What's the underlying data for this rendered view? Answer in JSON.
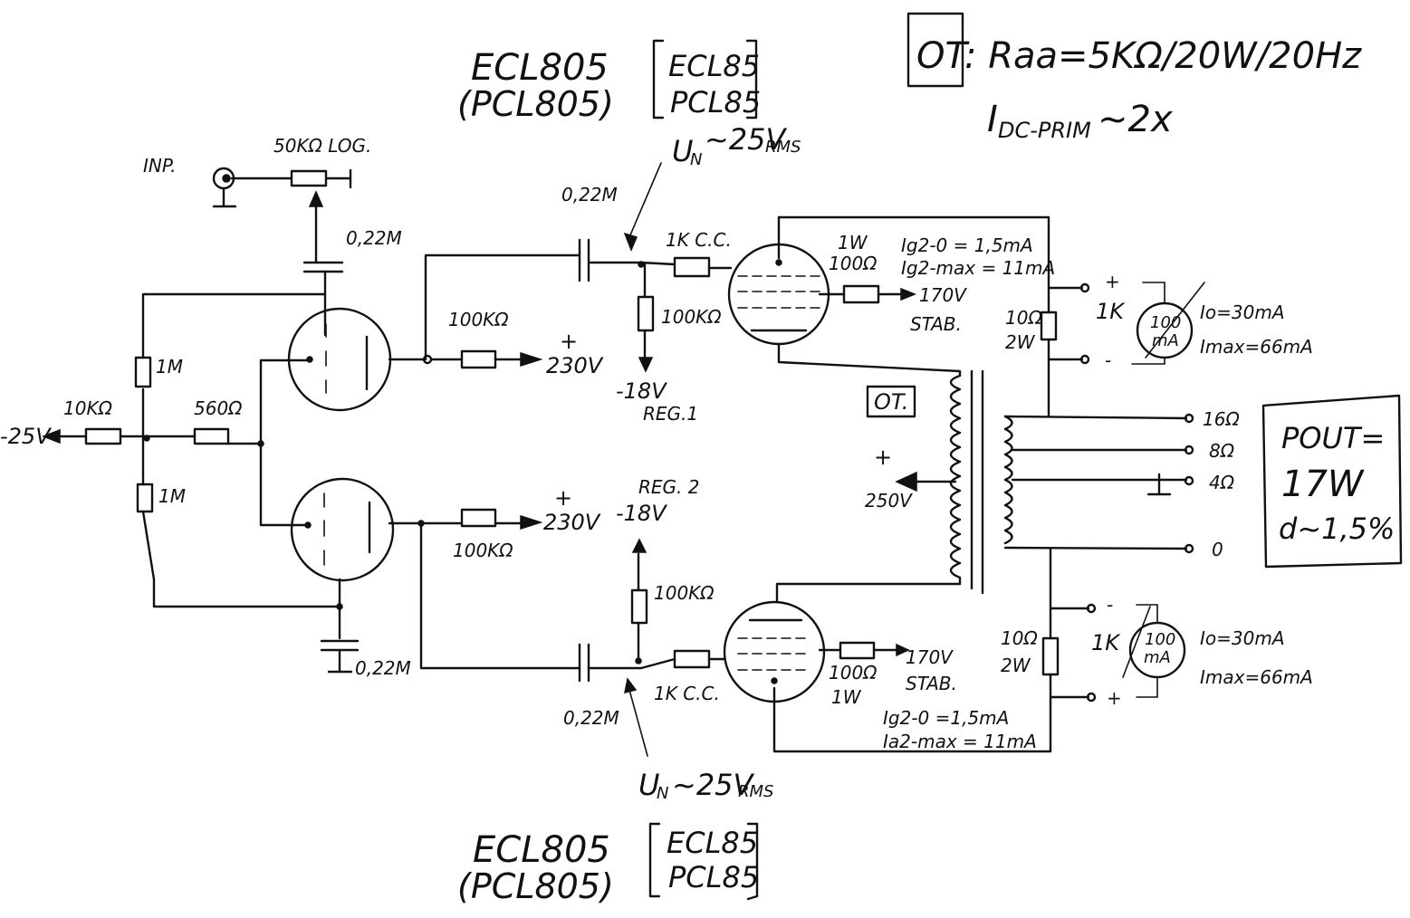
{
  "title_top": {
    "tube": "ECL805",
    "alt": "(PCL805)",
    "bracket1": "ECL85",
    "bracket2": "PCL85"
  },
  "title_bottom": {
    "tube": "ECL805",
    "alt": "(PCL805)",
    "bracket1": "ECL85",
    "bracket2": "PCL85"
  },
  "ot_box": {
    "label": "OT",
    "spec": ": Raa=5KΩ/20W/20Hz",
    "idc": "I",
    "idc_sub": "DC-PRIM",
    "idc_tail": "~2x"
  },
  "input": {
    "label": "INP.",
    "pot": "50KΩ LOG."
  },
  "caps": {
    "c_in": "0,22M",
    "c_top": "0,22M",
    "c_bottom_left": "0,22M",
    "c_bottom": "0,22M"
  },
  "resistors": {
    "r_top_plate": "100KΩ",
    "r_bottom_plate": "100KΩ",
    "r_top_grid": "100KΩ",
    "r_bottom_grid": "100KΩ",
    "r_1m_top": "1M",
    "r_1m_bottom": "1M",
    "r_560": "560Ω",
    "r_10k": "10KΩ",
    "grid_stop_top": "1K C.C.",
    "grid_stop_bottom": "1K C.C.",
    "screen_top_w": "1W",
    "screen_top_r": "100Ω",
    "screen_bottom_r": "100Ω",
    "screen_bottom_w": "1W",
    "cath_top_r": "10Ω",
    "cath_top_w": "2W",
    "cath_bottom_r": "10Ω",
    "cath_bottom_w": "2W"
  },
  "voltages": {
    "neg25": "-25V",
    "b_top": "230V",
    "b_bottom": "230V",
    "bias_top": "-18V",
    "bias_top_reg": "REG.1",
    "bias_bottom_reg": "REG. 2",
    "bias_bottom": "-18V",
    "screen_top": "170V",
    "screen_top_stab": "STAB.",
    "screen_bottom": "170V",
    "screen_bottom_stab": "STAB.",
    "ot_supply": "250V",
    "un_top": "U",
    "un_top_sub": "N",
    "un_top_val": "~25V",
    "un_top_rms": "RMS",
    "un_bottom": "U",
    "un_bottom_sub": "N",
    "un_bottom_val": "~25V",
    "un_bottom_rms": "RMS"
  },
  "currents_top": {
    "ig2_0": "Ig2-0 = 1,5mA",
    "ig2_max": "Ig2-max = 11mA"
  },
  "currents_bottom": {
    "ig2_0": "Ig2-0 =1,5mA",
    "ig2_max": "Ia2-max = 11mA"
  },
  "meters": {
    "top_switch": "1K",
    "top_range": "100",
    "top_unit": "mA",
    "top_io": "Io=30mA",
    "top_imax": "Imax=66mA",
    "bottom_switch": "1K",
    "bottom_range": "100",
    "bottom_unit": "mA",
    "bottom_io": "Io=30mA",
    "bottom_imax": "Imax=66mA"
  },
  "ot_transformer": {
    "label": "OT.",
    "taps": [
      "16Ω",
      "8Ω",
      "4Ω",
      "0"
    ]
  },
  "result_box": {
    "pout": "POUT=",
    "power": "17W",
    "distortion": "d~1,5%"
  }
}
